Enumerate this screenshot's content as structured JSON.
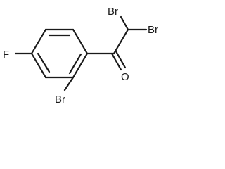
{
  "molecule": {
    "atoms": {
      "fluorine": "F",
      "bromine_ring": "Br",
      "oxygen": "O",
      "bromine_1": "Br",
      "bromine_2": "Br"
    },
    "colors": {
      "ink": "#1a1a1a",
      "background": "#ffffff"
    }
  }
}
